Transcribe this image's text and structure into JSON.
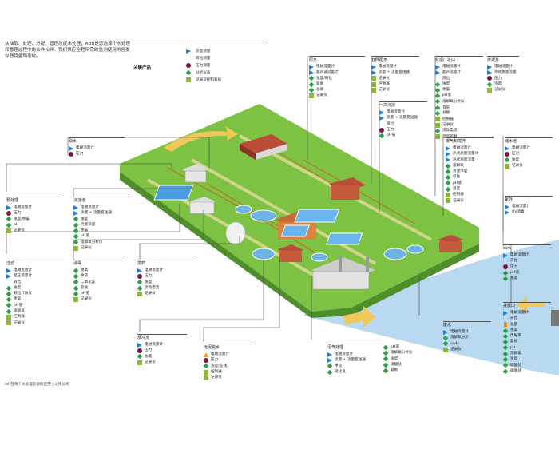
{
  "intro": "从抽取、处理、分配、管理及废水处理，ABB是您选择个水处理和管理过程中的合作伙伴。我们供应全程所需的监测使用的各类仪器设备和系统。",
  "legend": {
    "title": "关键产品",
    "items": [
      {
        "sym": "flow",
        "label": "流量测量"
      },
      {
        "sym": "level",
        "label": "液位测量"
      },
      {
        "sym": "press",
        "label": "压力测量"
      },
      {
        "sym": "an",
        "label": "分析仪表"
      },
      {
        "sym": "rec",
        "label": "记录及控制系统"
      }
    ]
  },
  "colors": {
    "flow": "#1f7fd1",
    "pressure": "#7b1442",
    "analysis": "#2e9e4b",
    "recorder": "#8db73a",
    "level": "#e98d2b",
    "ground": "#7dc243",
    "river": "#b9d9f0"
  },
  "boxes": [
    {
      "id": "b1",
      "title": "取水",
      "items": [
        {
          "s": "flow",
          "t": "电磁流量计"
        },
        {
          "s": "press",
          "t": "压力"
        }
      ]
    },
    {
      "id": "b2",
      "title": "预处理",
      "items": [
        {
          "s": "flow",
          "t": "电磁流量计"
        },
        {
          "s": "press",
          "t": "压力"
        },
        {
          "s": "an",
          "t": "浊度/余氯"
        },
        {
          "s": "an",
          "t": "pH"
        },
        {
          "s": "rec",
          "t": "记录仪"
        }
      ]
    },
    {
      "id": "b3",
      "title": "沉淀池",
      "items": [
        {
          "s": "flow",
          "t": "电磁流量计"
        },
        {
          "s": "flow",
          "t": "流量 + 流量变送器"
        },
        {
          "s": "an",
          "t": "浊度"
        },
        {
          "s": "an",
          "t": "污泥浓度"
        },
        {
          "s": "an",
          "t": "余氯"
        },
        {
          "s": "an",
          "t": "pH值"
        },
        {
          "s": "an",
          "t": "溶解氧分析仪"
        },
        {
          "s": "rec",
          "t": "记录仪"
        }
      ]
    },
    {
      "id": "b4",
      "title": "过滤",
      "items": [
        {
          "s": "flow",
          "t": "电磁流量计"
        },
        {
          "s": "flow",
          "t": "差压流量计"
        },
        {
          "s": "level",
          "t": "液位"
        },
        {
          "s": "an",
          "t": "浊度"
        },
        {
          "s": "an",
          "t": "颗粒计数仪"
        },
        {
          "s": "an",
          "t": "余氯"
        },
        {
          "s": "an",
          "t": "pH值"
        },
        {
          "s": "an",
          "t": "溶解氧"
        },
        {
          "s": "rec",
          "t": "控制器"
        },
        {
          "s": "rec",
          "t": "记录仪"
        }
      ]
    },
    {
      "id": "b5",
      "title": "消毒",
      "items": [
        {
          "s": "an",
          "t": "臭氧"
        },
        {
          "s": "an",
          "t": "余氯"
        },
        {
          "s": "an",
          "t": "二氧化氯"
        },
        {
          "s": "an",
          "t": "氨氮"
        },
        {
          "s": "an",
          "t": "pH值"
        },
        {
          "s": "rec",
          "t": "记录仪"
        }
      ]
    },
    {
      "id": "b6",
      "title": "加药",
      "items": [
        {
          "s": "flow",
          "t": "电磁流量计"
        },
        {
          "s": "press",
          "t": "压力"
        },
        {
          "s": "an",
          "t": "浊度"
        },
        {
          "s": "an",
          "t": "流动电流"
        },
        {
          "s": "rec",
          "t": "记录仪"
        }
      ]
    },
    {
      "id": "b7",
      "title": "反冲洗",
      "items": [
        {
          "s": "flow",
          "t": "电磁流量计"
        },
        {
          "s": "press",
          "t": "压力"
        },
        {
          "s": "an",
          "t": "浊度"
        },
        {
          "s": "rec",
          "t": "记录仪"
        }
      ]
    },
    {
      "id": "b8",
      "title": "紫外",
      "items": [
        {
          "s": "flow",
          "t": "电磁流量计"
        },
        {
          "s": "flow",
          "t": "UV消毒"
        }
      ]
    },
    {
      "id": "b9",
      "title": "储水池",
      "items": [
        {
          "s": "flow",
          "t": "电磁流量计"
        },
        {
          "s": "press",
          "t": "压力"
        },
        {
          "s": "an",
          "t": "浊度"
        },
        {
          "s": "rec",
          "t": "记录仪"
        }
      ]
    },
    {
      "id": "b10",
      "title": "原水",
      "items": [
        {
          "s": "flow",
          "t": "电磁流量计"
        },
        {
          "s": "flow",
          "t": "超声波流量计"
        },
        {
          "s": "an",
          "t": "浊度/颗粒"
        },
        {
          "s": "an",
          "t": "氨氮"
        },
        {
          "s": "an",
          "t": "总磷"
        },
        {
          "s": "rec",
          "t": "记录仪"
        }
      ]
    },
    {
      "id": "b11",
      "title": "管网配水",
      "items": [
        {
          "s": "flow",
          "t": "电磁流量计"
        },
        {
          "s": "flow",
          "t": "流量 + 流量变送器"
        },
        {
          "s": "rec",
          "t": "记录仪"
        },
        {
          "s": "rec",
          "t": "控制器"
        },
        {
          "s": "rec",
          "t": "记录仪"
        }
      ]
    },
    {
      "id": "b12",
      "title": "处理厂进口",
      "items": [
        {
          "s": "flow",
          "t": "电磁流量计"
        },
        {
          "s": "flow",
          "t": "超声流量计"
        },
        {
          "s": "level",
          "t": "液位"
        },
        {
          "s": "an",
          "t": "浊度"
        },
        {
          "s": "an",
          "t": "余氯"
        },
        {
          "s": "an",
          "t": "pH值"
        },
        {
          "s": "an",
          "t": "溶解氧分析仪"
        },
        {
          "s": "an",
          "t": "温度"
        },
        {
          "s": "an",
          "t": "总磷"
        },
        {
          "s": "rec",
          "t": "控制器"
        },
        {
          "s": "rec",
          "t": "记录仪"
        },
        {
          "s": "an",
          "t": "流动电流"
        },
        {
          "s": "rec",
          "t": "显示控制"
        }
      ]
    },
    {
      "id": "b13",
      "title": "一次沉淀",
      "items": [
        {
          "s": "flow",
          "t": "电磁流量计"
        },
        {
          "s": "flow",
          "t": "流量 + 流量变送器"
        },
        {
          "s": "level",
          "t": "液位"
        },
        {
          "s": "press",
          "t": "压力"
        },
        {
          "s": "an",
          "t": "pH值"
        }
      ]
    },
    {
      "id": "b14",
      "title": "曝气和搅拌",
      "items": [
        {
          "s": "flow",
          "t": "电磁流量计"
        },
        {
          "s": "flow",
          "t": "热式质量流量计"
        },
        {
          "s": "flow",
          "t": "热式质量流量"
        },
        {
          "s": "an",
          "t": "溶解氧"
        },
        {
          "s": "an",
          "t": "污泥浓度"
        },
        {
          "s": "an",
          "t": "氨氮"
        },
        {
          "s": "an",
          "t": "pH值"
        },
        {
          "s": "an",
          "t": "温度"
        },
        {
          "s": "rec",
          "t": "控制器"
        },
        {
          "s": "rec",
          "t": "记录仪"
        }
      ]
    },
    {
      "id": "b15",
      "title": "排泥泵",
      "items": [
        {
          "s": "flow",
          "t": "电磁流量计"
        },
        {
          "s": "flow",
          "t": "热式质量流量"
        },
        {
          "s": "press",
          "t": "压力"
        },
        {
          "s": "an",
          "t": "浓度"
        },
        {
          "s": "rec",
          "t": "记录仪"
        }
      ]
    },
    {
      "id": "b16",
      "title": "污泥脱水",
      "items": [
        {
          "s": "tri",
          "t": "电磁流量计"
        },
        {
          "s": "press",
          "t": "压力"
        },
        {
          "s": "an",
          "t": "浓度(在线)"
        },
        {
          "s": "rec",
          "t": "控制器"
        },
        {
          "s": "rec",
          "t": "记录仪"
        }
      ]
    },
    {
      "id": "b17",
      "title": "沼气处理",
      "items": [
        {
          "s": "flow",
          "t": "电磁流量计"
        },
        {
          "s": "flow",
          "t": "流量 + 流量变送器"
        },
        {
          "s": "an",
          "t": "甲烷"
        },
        {
          "s": "an",
          "t": "硫化氢"
        }
      ]
    },
    {
      "id": "b18",
      "title": "",
      "items": [
        {
          "s": "an",
          "t": "pH值"
        },
        {
          "s": "an",
          "t": "溶解氧分析仪"
        },
        {
          "s": "an",
          "t": "浊度"
        },
        {
          "s": "an",
          "t": "硫酸盐"
        },
        {
          "s": "an",
          "t": "氨氮"
        }
      ]
    },
    {
      "id": "b19",
      "title": "废水",
      "items": [
        {
          "s": "flow",
          "t": "电磁流量计"
        },
        {
          "s": "an",
          "t": "溶解氧分析"
        },
        {
          "s": "an",
          "t": "cody"
        },
        {
          "s": "rec",
          "t": "记录仪"
        }
      ]
    },
    {
      "id": "b20",
      "title": "出水",
      "items": [
        {
          "s": "flow",
          "t": "电磁流量计"
        },
        {
          "s": "level",
          "t": "液位"
        },
        {
          "s": "press",
          "t": "压力"
        },
        {
          "s": "an",
          "t": "pH值"
        },
        {
          "s": "an",
          "t": "浊度"
        }
      ]
    },
    {
      "id": "b21",
      "title": "排放口",
      "items": [
        {
          "s": "flow",
          "t": "电磁流量计"
        },
        {
          "s": "level",
          "t": "液位"
        },
        {
          "s": "temp",
          "t": "温度"
        },
        {
          "s": "an",
          "t": "余氯"
        },
        {
          "s": "an",
          "t": "电导率"
        },
        {
          "s": "an",
          "t": "氨氮"
        },
        {
          "s": "an",
          "t": "pH"
        },
        {
          "s": "an",
          "t": "溶解氧"
        },
        {
          "s": "an",
          "t": "浊度"
        },
        {
          "s": "an",
          "t": "硫酸盐"
        },
        {
          "s": "an",
          "t": "磷酸盐"
        }
      ]
    }
  ],
  "footer": "04 在每个水处理阶段的应用 | 公用公司"
}
